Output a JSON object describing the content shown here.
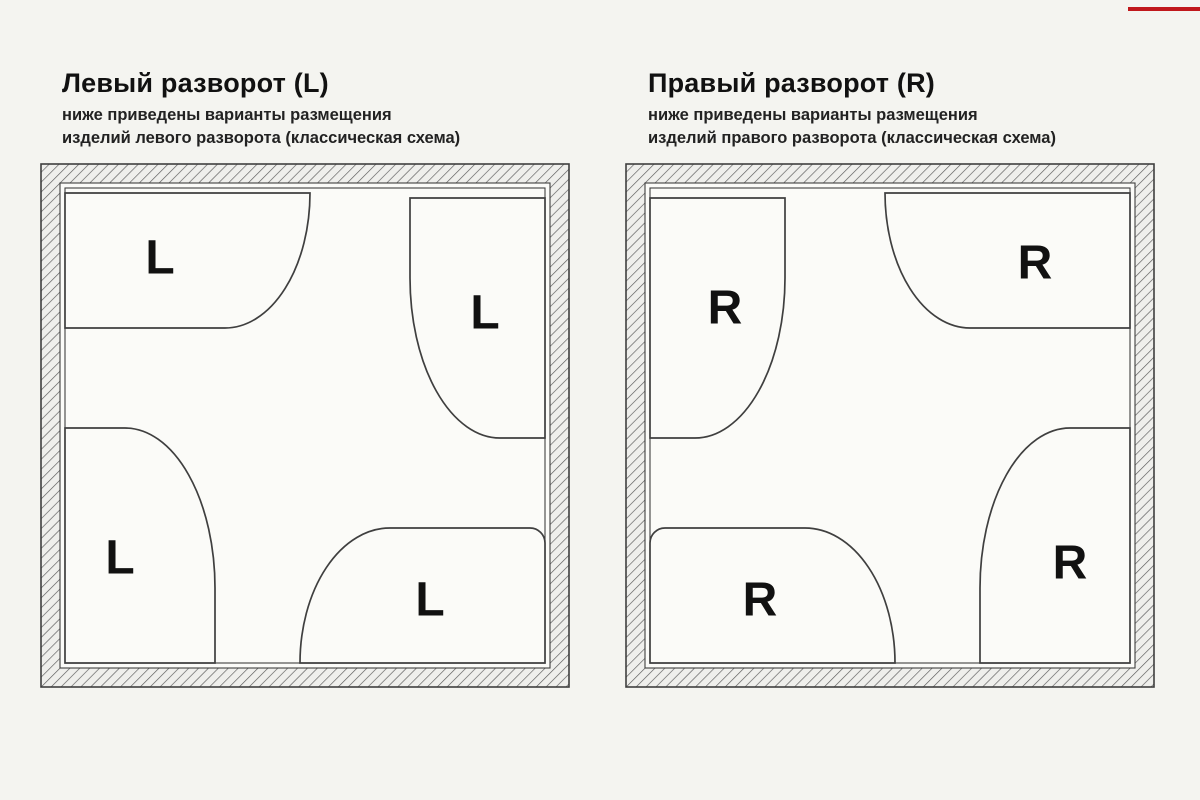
{
  "meta": {
    "background_color": "#f4f4f0",
    "line_color": "#3f3f3f",
    "accent_red": "#c0181c"
  },
  "left": {
    "title": "Левый разворот (L)",
    "subtitle1": "ниже приведены варианты размещения",
    "subtitle2": "изделий левого разворота (классическая схема)",
    "labels": {
      "top_left": "L",
      "top_right": "L",
      "bottom_left": "L",
      "bottom_center": "L"
    }
  },
  "right": {
    "title": "Правый разворот (R)",
    "subtitle1": "ниже приведены варианты размещения",
    "subtitle2": "изделий правого разворота (классическая схема)",
    "labels": {
      "top_left": "R",
      "top_right": "R",
      "bottom_left": "R",
      "bottom_right": "R"
    }
  }
}
